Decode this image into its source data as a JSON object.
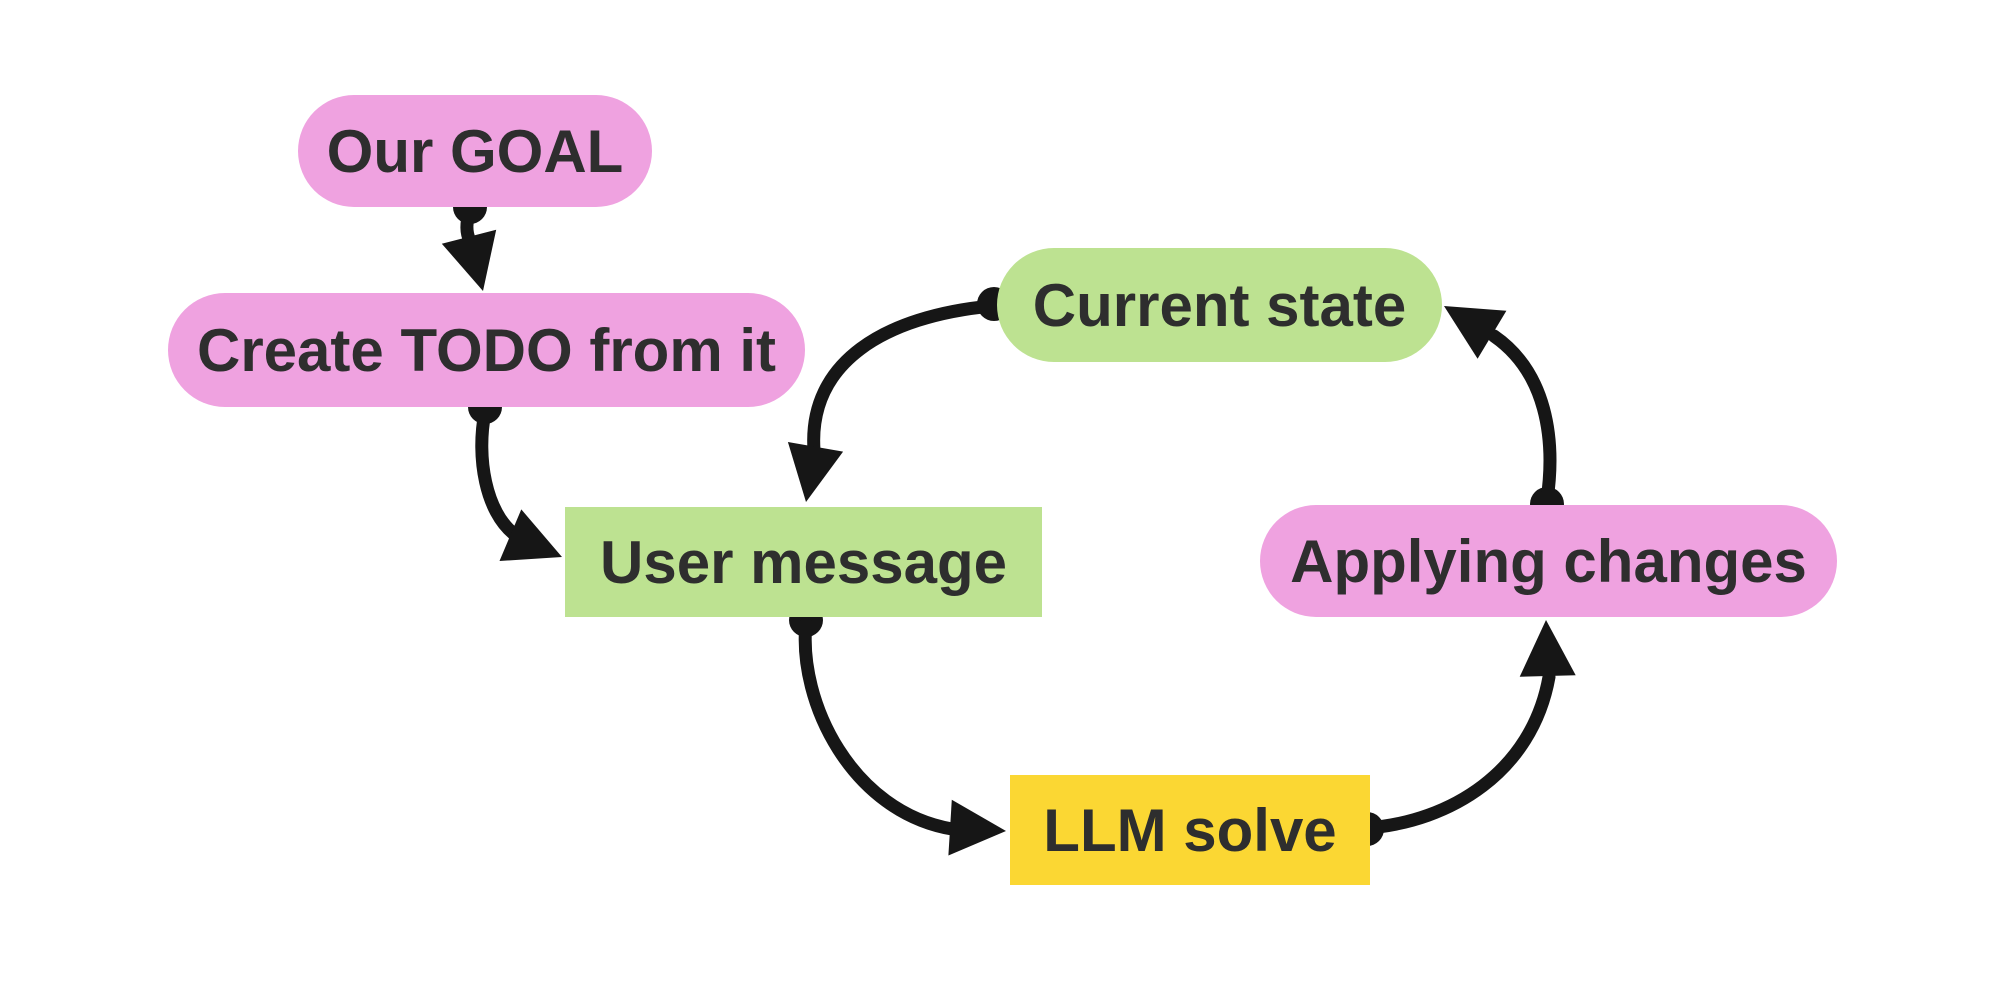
{
  "diagram": {
    "description": "Agent loop flowchart",
    "background": "#ffffff"
  },
  "colors": {
    "pink": "#efa2e0",
    "green": "#bde291",
    "yellow": "#fbd733",
    "arrow": "#161616",
    "text": "#2e2e2e"
  },
  "nodes": [
    {
      "id": "our-goal",
      "label": "Our GOAL",
      "shape": "pill",
      "fill": "pink"
    },
    {
      "id": "create-todo",
      "label": "Create TODO from it",
      "shape": "pill",
      "fill": "pink"
    },
    {
      "id": "current-state",
      "label": "Current state",
      "shape": "pill",
      "fill": "green"
    },
    {
      "id": "user-message",
      "label": "User message",
      "shape": "rect",
      "fill": "green"
    },
    {
      "id": "llm-solve",
      "label": "LLM solve",
      "shape": "rect",
      "fill": "yellow"
    },
    {
      "id": "applying-changes",
      "label": "Applying changes",
      "shape": "pill",
      "fill": "pink"
    }
  ],
  "edges": [
    {
      "from": "our-goal",
      "to": "create-todo"
    },
    {
      "from": "create-todo",
      "to": "user-message"
    },
    {
      "from": "current-state",
      "to": "user-message"
    },
    {
      "from": "user-message",
      "to": "llm-solve"
    },
    {
      "from": "llm-solve",
      "to": "applying-changes"
    },
    {
      "from": "applying-changes",
      "to": "current-state"
    }
  ]
}
